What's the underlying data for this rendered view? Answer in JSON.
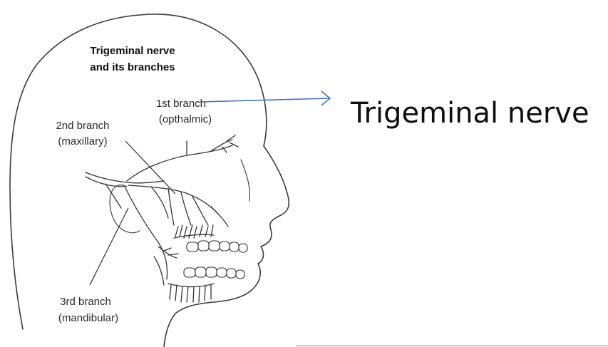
{
  "diagram": {
    "title_line1": "Trigeminal nerve",
    "title_line2": "and its branches",
    "branch1_line1": "1st branch",
    "branch1_line2": "(opthalmic)",
    "branch2_line1": "2nd branch",
    "branch2_line2": "(maxillary)",
    "branch3_line1": "3rd branch",
    "branch3_line2": "(mandibular)"
  },
  "callout": {
    "label": "Trigeminal nerve",
    "arrow_color": "#4472c4"
  }
}
